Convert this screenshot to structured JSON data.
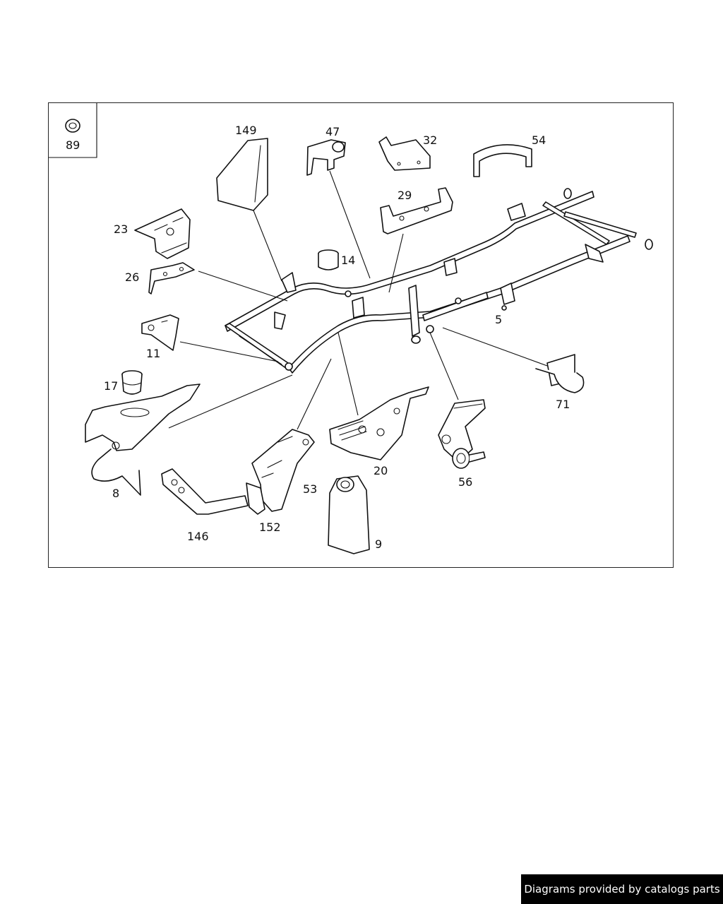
{
  "diagram": {
    "labels": {
      "p89": "89",
      "p149": "149",
      "p47": "47",
      "p32": "32",
      "p54": "54",
      "p29": "29",
      "p23": "23",
      "p14": "14",
      "p26": "26",
      "p11": "11",
      "p5": "5",
      "p17": "17",
      "p71": "71",
      "p8": "8",
      "p20": "20",
      "p56": "56",
      "p53": "53",
      "p146": "146",
      "p152": "152",
      "p9": "9"
    }
  },
  "footer": {
    "credit": "Diagrams provided by catalogs parts"
  },
  "colors": {
    "line": "#111111",
    "background": "#ffffff",
    "credit_bg": "#000000",
    "credit_text": "#ffffff"
  }
}
